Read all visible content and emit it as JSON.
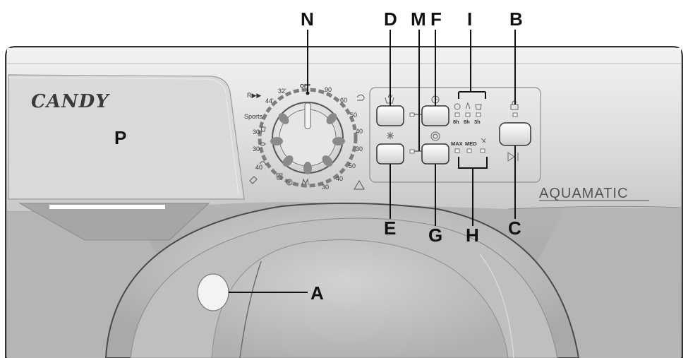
{
  "brand": "CANDY",
  "model_name": "AQUAMATIC",
  "callouts": {
    "A": "A",
    "B": "B",
    "C": "C",
    "D": "D",
    "E": "E",
    "F": "F",
    "G": "G",
    "H": "H",
    "I": "I",
    "M": "M",
    "N": "N",
    "P": "P"
  },
  "dial": {
    "off": "OFF",
    "rapid": "R▶▶",
    "t44": "44'",
    "t32": "32'",
    "sports": "Sports",
    "t90": "90",
    "t60a": "60",
    "t50a": "50",
    "t40a": "40",
    "t30a": "30",
    "w30a": "30",
    "w30b": "30",
    "w40": "40",
    "t50b": "50",
    "t40b": "40",
    "t30b": "30"
  },
  "leds": {
    "delay_8h": "8h",
    "delay_6h": "6h",
    "delay_3h": "3h",
    "max": "MAX",
    "med": "MED"
  },
  "colors": {
    "panel": "#dcdcdc",
    "panel_dark": "#bdbdbd",
    "door": "#c8c8c8",
    "text": "#111111"
  }
}
